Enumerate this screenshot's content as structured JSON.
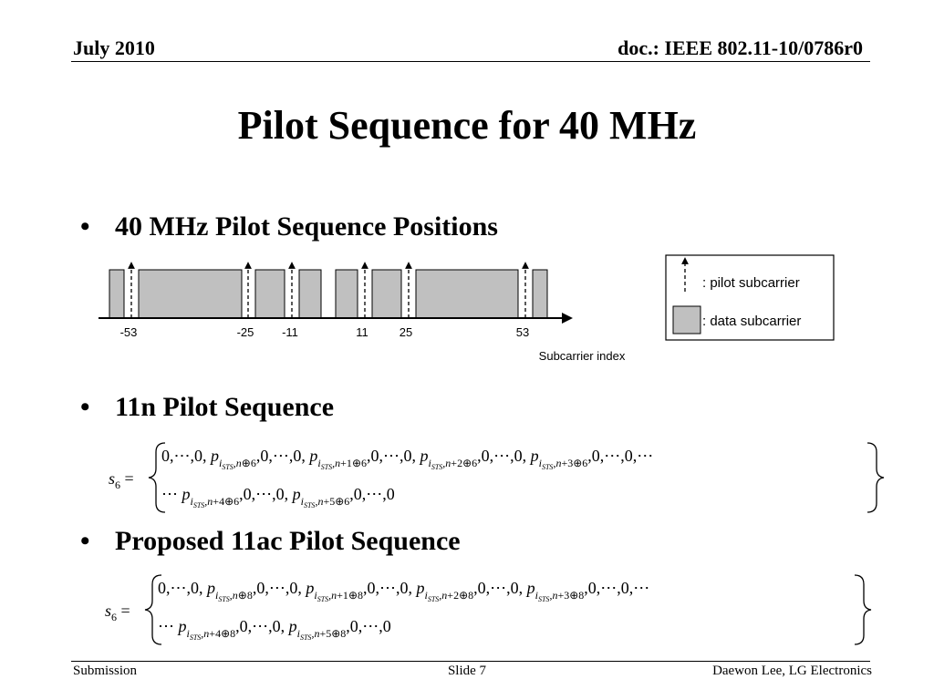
{
  "header": {
    "date": "July 2010",
    "doc": "doc.: IEEE 802.11-10/0786r0"
  },
  "title": "Pilot Sequence for 40 MHz",
  "bullets": {
    "b1": "40 MHz Pilot Sequence Positions",
    "b2": "11n Pilot Sequence",
    "b3": "Proposed 11ac Pilot Sequence"
  },
  "diagram": {
    "ticks": [
      "-53",
      "-25",
      "-11",
      "11",
      "25",
      "53"
    ],
    "axis_label": "Subcarrier index",
    "legend": {
      "pilot": ": pilot subcarrier",
      "data": ": data subcarrier"
    },
    "colors": {
      "data_fill": "#c0c0c0",
      "stroke": "#000000"
    }
  },
  "equations": {
    "lhs": "s",
    "lhs_sub": "6",
    "sts": "STS",
    "seq_11n": {
      "mod": "6",
      "offsets": [
        "n",
        "n+1",
        "n+2",
        "n+3",
        "n+4",
        "n+5"
      ]
    },
    "seq_11ac": {
      "mod": "8",
      "offsets": [
        "n",
        "n+1",
        "n+2",
        "n+3",
        "n+4",
        "n+5"
      ]
    }
  },
  "footer": {
    "left": "Submission",
    "center": "Slide 7",
    "right": "Daewon Lee, LG Electronics"
  }
}
